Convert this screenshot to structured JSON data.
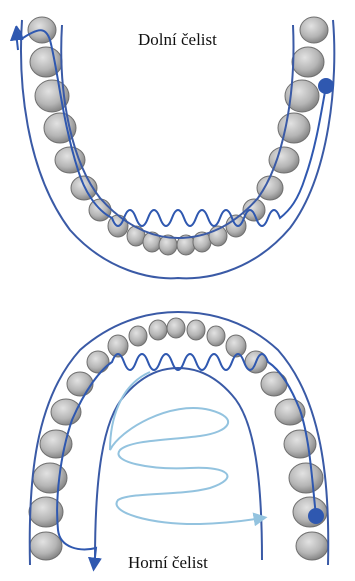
{
  "labels": {
    "lower_jaw": "Dolní čelist",
    "upper_jaw": "Horní čelist"
  },
  "colors": {
    "outline": "#3a5aa6",
    "path_dark": "#2f58b0",
    "path_light": "#93c3df",
    "tooth_fill": "#b9b9b9",
    "tooth_stroke": "#6f6f6f"
  },
  "icons": {
    "start_marker": "filled-circle",
    "end_marker": "arrowhead"
  }
}
